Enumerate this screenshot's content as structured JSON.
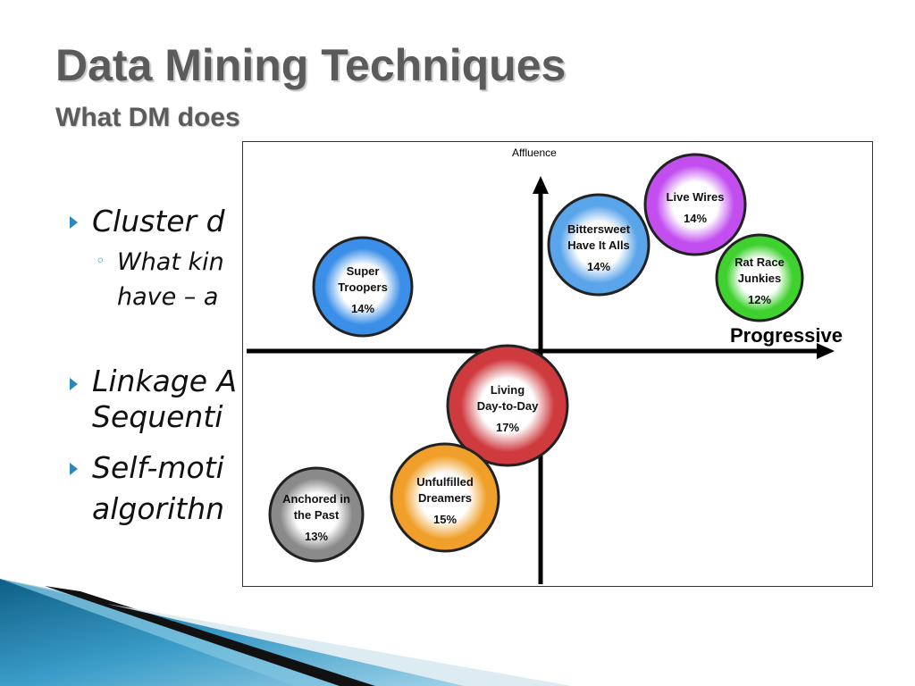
{
  "slide": {
    "title": "Data Mining Techniques",
    "subtitle": "What DM does"
  },
  "bullets": [
    {
      "level": 1,
      "lines": [
        "Cluster d"
      ]
    },
    {
      "level": 2,
      "marker": "◦",
      "lines": [
        "What kin",
        "have – a"
      ]
    },
    {
      "level": 1,
      "lines": [
        "Linkage A",
        "Sequenti"
      ]
    },
    {
      "level": 1,
      "lines": [
        "Self-moti",
        "algorithn"
      ]
    }
  ],
  "diagram": {
    "y_axis_label": "Affluence",
    "x_axis_label": "Progressive",
    "clusters": [
      {
        "id": "super-troopers",
        "lines": [
          "Super",
          "Troopers"
        ],
        "percent": "14%",
        "color": "#3b8fe8"
      },
      {
        "id": "bittersweet-have-it-alls",
        "lines": [
          "Bittersweet",
          "Have It Alls"
        ],
        "percent": "14%",
        "color": "#5aa4ea"
      },
      {
        "id": "live-wires",
        "lines": [
          "Live Wires"
        ],
        "percent": "14%",
        "color": "#c24ef0"
      },
      {
        "id": "rat-race-junkies",
        "lines": [
          "Rat Race",
          "Junkies"
        ],
        "percent": "12%",
        "color": "#3fd12e"
      },
      {
        "id": "living-day-to-day",
        "lines": [
          "Living",
          "Day-to-Day"
        ],
        "percent": "17%",
        "color": "#cf3a3f"
      },
      {
        "id": "unfulfilled-dreamers",
        "lines": [
          "Unfulfilled",
          "Dreamers"
        ],
        "percent": "15%",
        "color": "#f0a02a"
      },
      {
        "id": "anchored-in-the-past",
        "lines": [
          "Anchored in",
          "the Past"
        ],
        "percent": "13%",
        "color": "#8a8a8a"
      }
    ]
  },
  "theme": {
    "title_color": "#5b5b5b",
    "accent": "#2b88b8"
  }
}
